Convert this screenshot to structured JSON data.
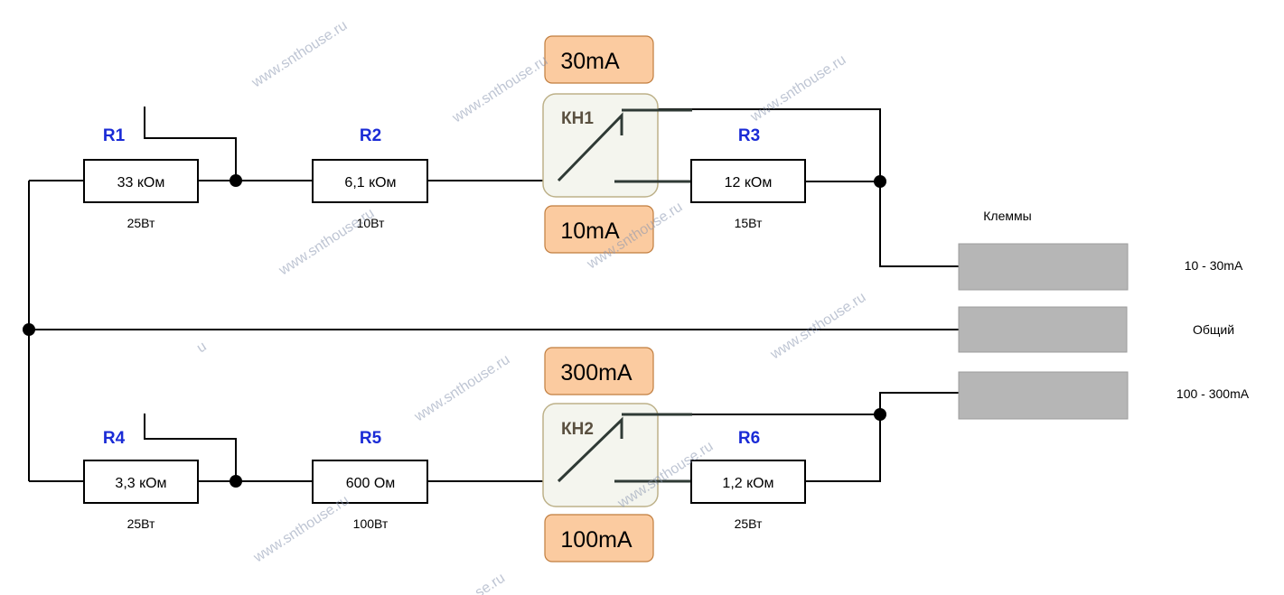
{
  "watermark": "www.snthouse.ru",
  "watermark_fragments": {
    "mid_left": "u",
    "bottom": "se.ru"
  },
  "top_branch": {
    "r1": {
      "label": "R1",
      "value": "33 кОм",
      "power": "25Вт"
    },
    "r2": {
      "label": "R2",
      "value": "6,1 кОм",
      "power": "10Вт"
    },
    "r3": {
      "label": "R3",
      "value": "12 кОм",
      "power": "15Вт"
    },
    "switch": {
      "label": "КН1",
      "upper_range": "30mA",
      "lower_range": "10mA"
    }
  },
  "bottom_branch": {
    "r4": {
      "label": "R4",
      "value": "3,3 кОм",
      "power": "25Вт"
    },
    "r5": {
      "label": "R5",
      "value": "600 Ом",
      "power": "100Вт"
    },
    "r6": {
      "label": "R6",
      "value": "1,2 кОм",
      "power": "25Вт"
    },
    "switch": {
      "label": "КН2",
      "upper_range": "300mA",
      "lower_range": "100mA"
    }
  },
  "terminals": {
    "title": "Клеммы",
    "items": [
      {
        "label": "10 - 30mA"
      },
      {
        "label": "Общий"
      },
      {
        "label": "100 - 300mA"
      }
    ]
  },
  "colors": {
    "resistor_label": "#1a2bd6",
    "range_box": "#fbcba0",
    "switch_box": "#f4f5ee",
    "terminal": "#b6b6b6"
  }
}
